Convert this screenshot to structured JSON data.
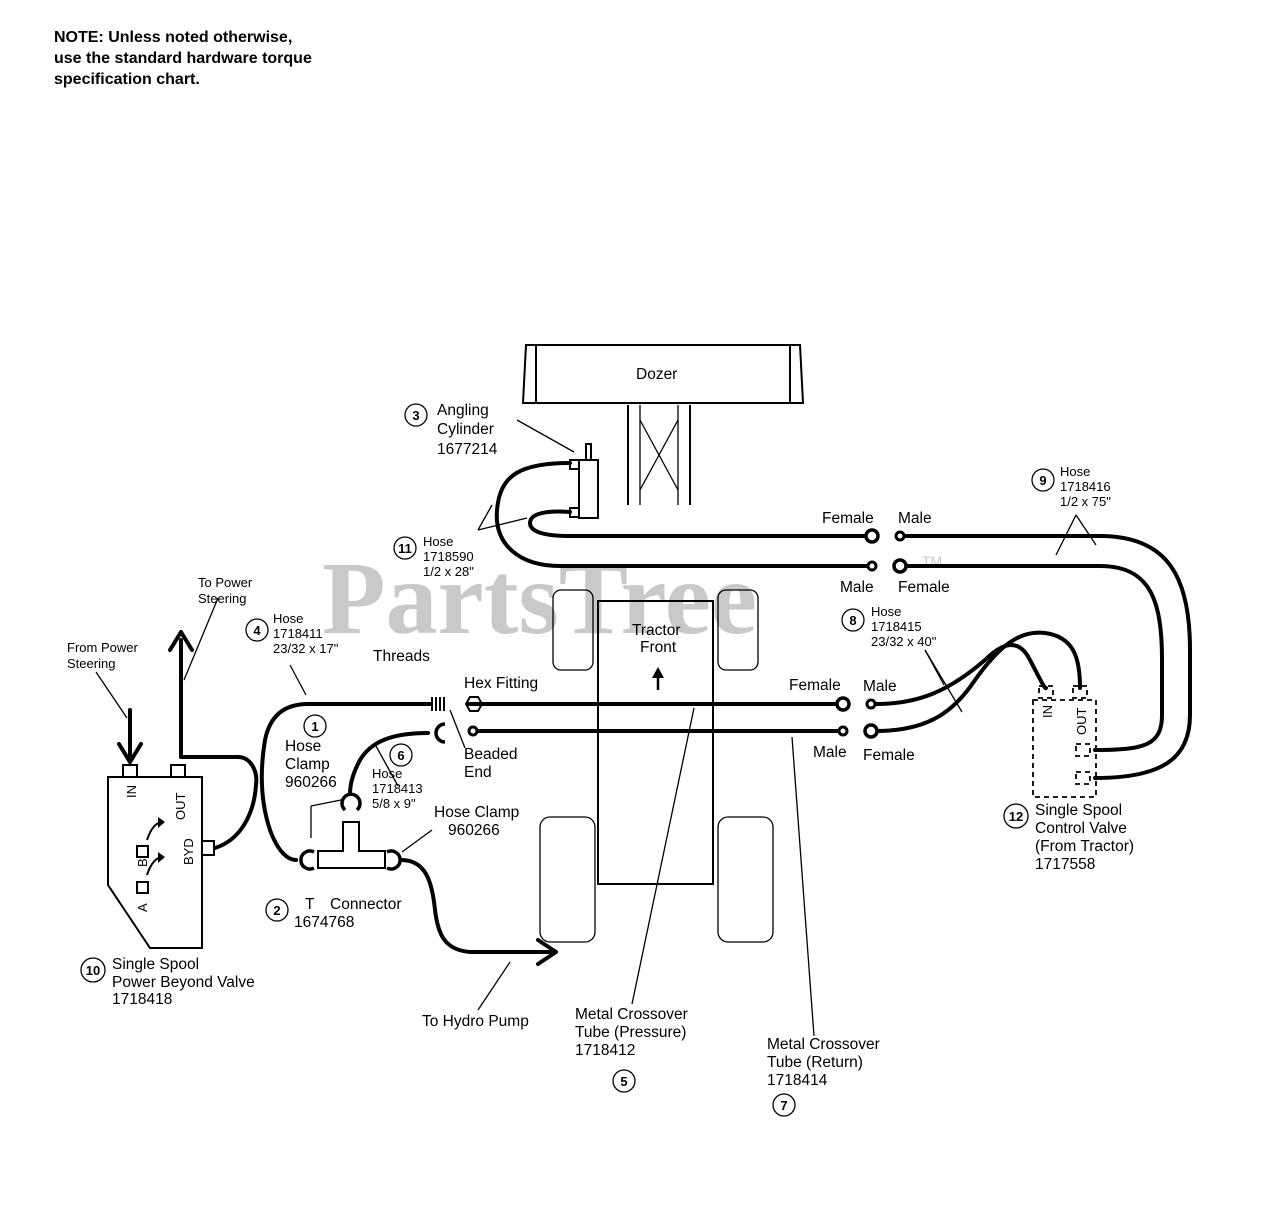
{
  "note": {
    "line1": "NOTE: Unless noted otherwise,",
    "line2": "use the standard hardware torque",
    "line3": "specification chart."
  },
  "watermark": {
    "text": "PartsTree",
    "tm": "TM"
  },
  "dozer": {
    "label": "Dozer"
  },
  "tractor": {
    "line1": "Tractor",
    "line2": "Front"
  },
  "callouts": {
    "c1": "1",
    "c2": "2",
    "c3": "3",
    "c4": "4",
    "c5": "5",
    "c6": "6",
    "c7": "7",
    "c8": "8",
    "c9": "9",
    "c10": "10",
    "c11": "11",
    "c12": "12"
  },
  "parts": {
    "angling_cylinder": {
      "line1": "Angling",
      "line2": "Cylinder",
      "line3": "1677214"
    },
    "hose_11": {
      "line1": "Hose",
      "line2": "1718590",
      "line3": "1/2 x 28\""
    },
    "hose_9": {
      "line1": "Hose",
      "line2": "1718416",
      "line3": "1/2 x 75\""
    },
    "hose_8": {
      "line1": "Hose",
      "line2": "1718415",
      "line3": "23/32 x 40\""
    },
    "hose_4": {
      "line1": "Hose",
      "line2": "1718411",
      "line3": "23/32 x 17\""
    },
    "hose_6": {
      "line1": "Hose",
      "line2": "1718413",
      "line3": "5/8 x 9\""
    },
    "hose_clamp_1": {
      "line1": "Hose",
      "line2": "Clamp",
      "line3": "960266"
    },
    "hose_clamp_2": {
      "line1": "Hose Clamp",
      "line2": "960266"
    },
    "t_connector": {
      "line1": "T",
      "line2": "Connector",
      "line3": "1674768"
    },
    "power_beyond_valve": {
      "line1": "Single Spool",
      "line2": "Power Beyond Valve",
      "line3": "1718418"
    },
    "control_valve": {
      "line1": "Single Spool",
      "line2": "Control Valve",
      "line3": "(From Tractor)",
      "line4": "1717558"
    },
    "crossover_pressure": {
      "line1": "Metal Crossover",
      "line2": "Tube (Pressure)",
      "line3": "1718412"
    },
    "crossover_return": {
      "line1": "Metal Crossover",
      "line2": "Tube (Return)",
      "line3": "1718414"
    }
  },
  "labels": {
    "female": "Female",
    "male": "Male",
    "threads": "Threads",
    "hex_fitting": "Hex Fitting",
    "beaded_line1": "Beaded",
    "beaded_line2": "End",
    "to_power_line1": "To Power",
    "to_power_line2": "Steering",
    "from_power_line1": "From Power",
    "from_power_line2": "Steering",
    "to_hydro_pump": "To Hydro Pump"
  },
  "ports": {
    "in": "IN",
    "out": "OUT",
    "byd": "BYD",
    "a": "A",
    "b": "B"
  }
}
